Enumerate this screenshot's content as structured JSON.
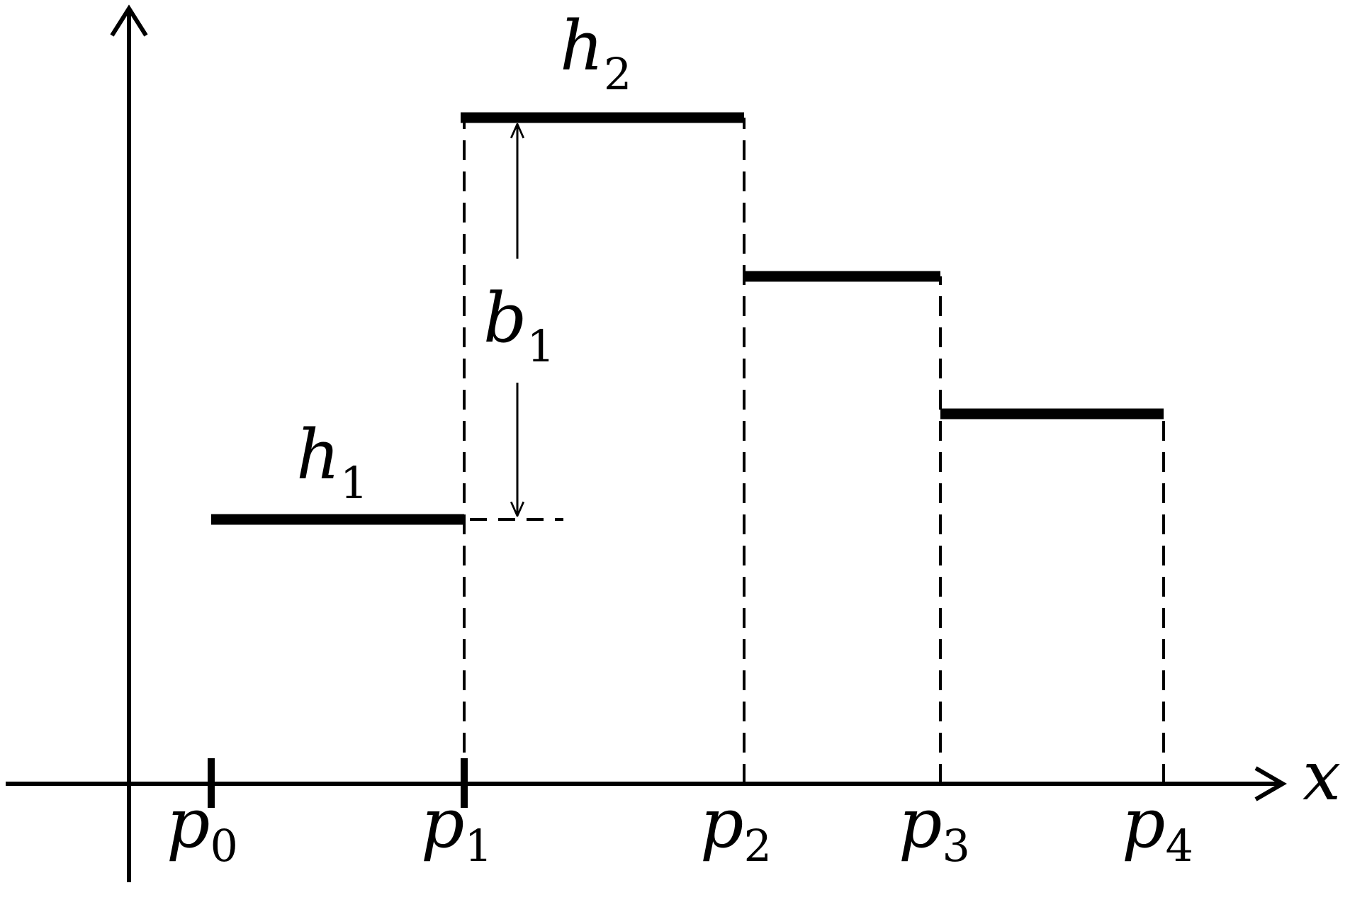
{
  "diagram": {
    "axis": {
      "x_label": "x"
    },
    "partition_points": [
      {
        "letter": "p",
        "sub": "0"
      },
      {
        "letter": "p",
        "sub": "1"
      },
      {
        "letter": "p",
        "sub": "2"
      },
      {
        "letter": "p",
        "sub": "3"
      },
      {
        "letter": "p",
        "sub": "4"
      }
    ],
    "labels": {
      "h1": {
        "letter": "h",
        "sub": "1"
      },
      "h2": {
        "letter": "h",
        "sub": "2"
      },
      "b1": {
        "letter": "b",
        "sub": "1"
      }
    },
    "colors": {
      "line": "#000000",
      "background": "#ffffff"
    }
  }
}
